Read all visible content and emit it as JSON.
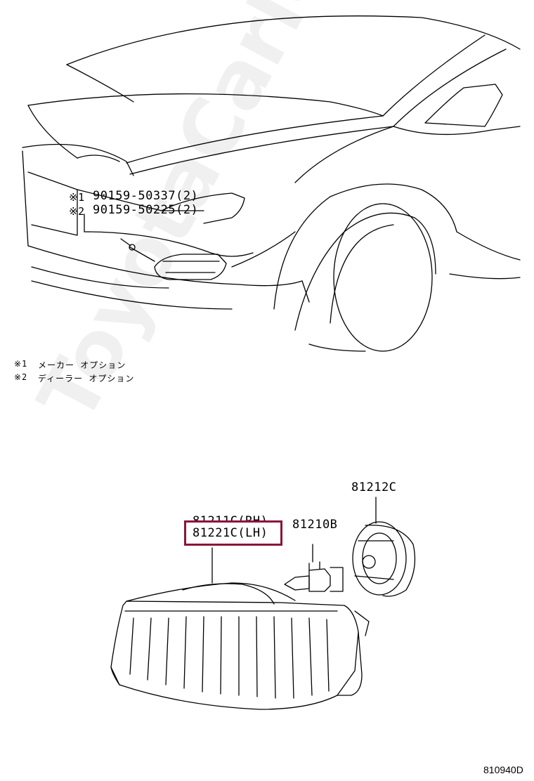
{
  "watermark": "ToyotaCarMine.ru",
  "upper_view": {
    "callout_1": {
      "mark": "※1",
      "part": "90159-50337(2)"
    },
    "callout_2": {
      "mark": "※2",
      "part": "90159-50225(2)"
    }
  },
  "notes": [
    {
      "mark": "※1",
      "text": "メーカー オプション"
    },
    {
      "mark": "※2",
      "text": "ディーラー オプション"
    }
  ],
  "lower_view": {
    "socket_label": "81212C",
    "bulb_label": "81210B",
    "lamp_rh": "81211C(RH)",
    "lamp_lh": "81221C(LH)"
  },
  "highlight_color": "#8b1538",
  "illustration_code": "810940D"
}
